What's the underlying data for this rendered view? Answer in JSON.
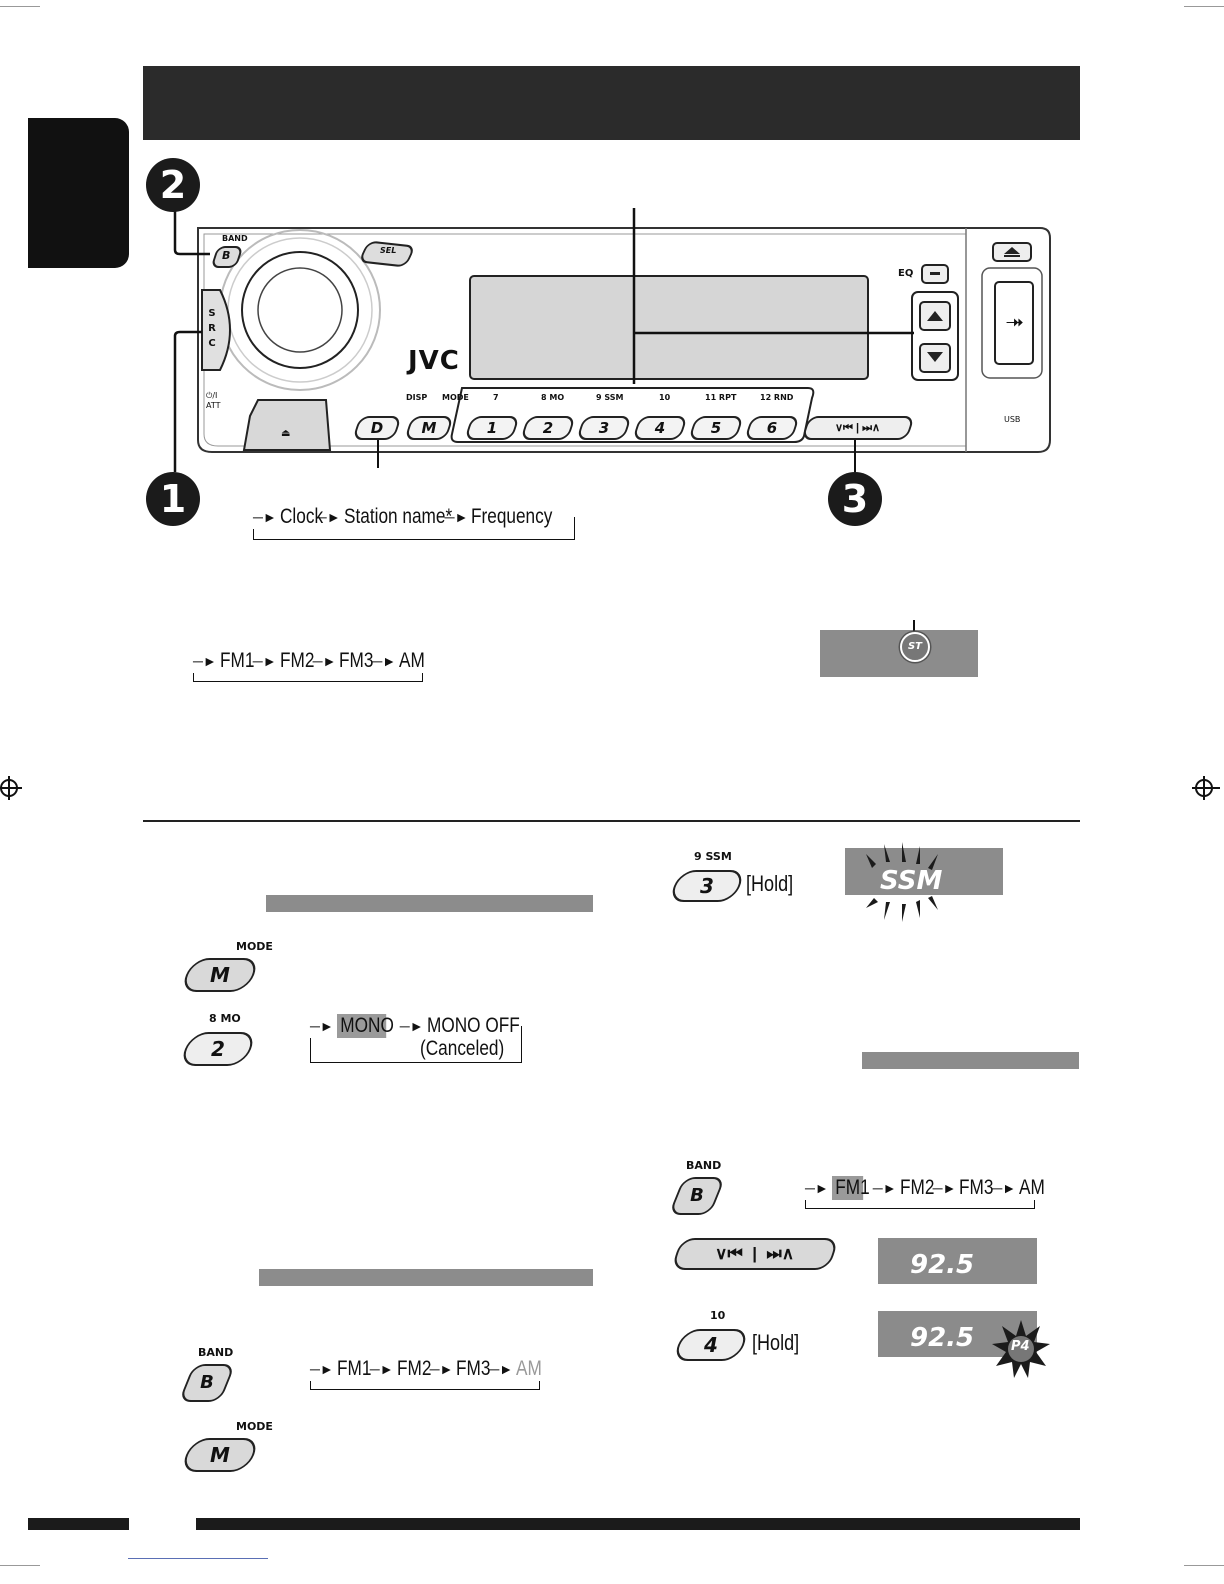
{
  "header": {
    "title": ""
  },
  "callouts": {
    "one": "1",
    "two": "2",
    "three": "3"
  },
  "panel": {
    "band_label": "BAND",
    "band_btn": "B",
    "sel_btn": "SEL",
    "src_letters": [
      "S",
      "R",
      "C"
    ],
    "att_label": "⏻/I\nATT",
    "brand": "JVC",
    "eq_label": "EQ",
    "usb_label": "USB",
    "disp_label": "DISP",
    "mode_label": "MODE",
    "d_btn": "D",
    "m_btn": "M",
    "presets": [
      {
        "top": "7",
        "num": "1"
      },
      {
        "top": "8  MO",
        "num": "2"
      },
      {
        "top": "9  SSM",
        "num": "3"
      },
      {
        "top": "10",
        "num": "4"
      },
      {
        "top": "11  RPT",
        "num": "5"
      },
      {
        "top": "12  RND",
        "num": "6"
      }
    ]
  },
  "display_cycle": {
    "items": [
      "Clock",
      "Station name*",
      "Frequency"
    ]
  },
  "band_cycle_top": {
    "items": [
      "FM1",
      "FM2",
      "FM3",
      "AM"
    ]
  },
  "st_indicator": {
    "label": "ST"
  },
  "left_column": {
    "mode_label": "MODE",
    "mode_btn": "M",
    "mo_label": "8  MO",
    "mo_btn": "2",
    "mono_cycle": {
      "first": "MONO",
      "second": "MONO OFF",
      "second_sub": "(Canceled)"
    },
    "band_label": "BAND",
    "band_btn": "B",
    "band_cycle": {
      "items": [
        "FM1",
        "FM2",
        "FM3",
        "AM"
      ]
    },
    "mode2_label": "MODE",
    "mode2_btn": "M"
  },
  "right_column": {
    "ssm_label": "9  SSM",
    "ssm_btn": "3",
    "ssm_hold": "[Hold]",
    "ssm_display": "SSM",
    "band_label": "BAND",
    "band_btn": "B",
    "band_cycle": {
      "items": [
        "FM1",
        "FM2",
        "FM3",
        "AM"
      ]
    },
    "freq1": "92.5",
    "preset_label": "10",
    "preset_btn": "4",
    "preset_hold": "[Hold]",
    "freq2": "92.5",
    "preset_badge": "P4"
  }
}
